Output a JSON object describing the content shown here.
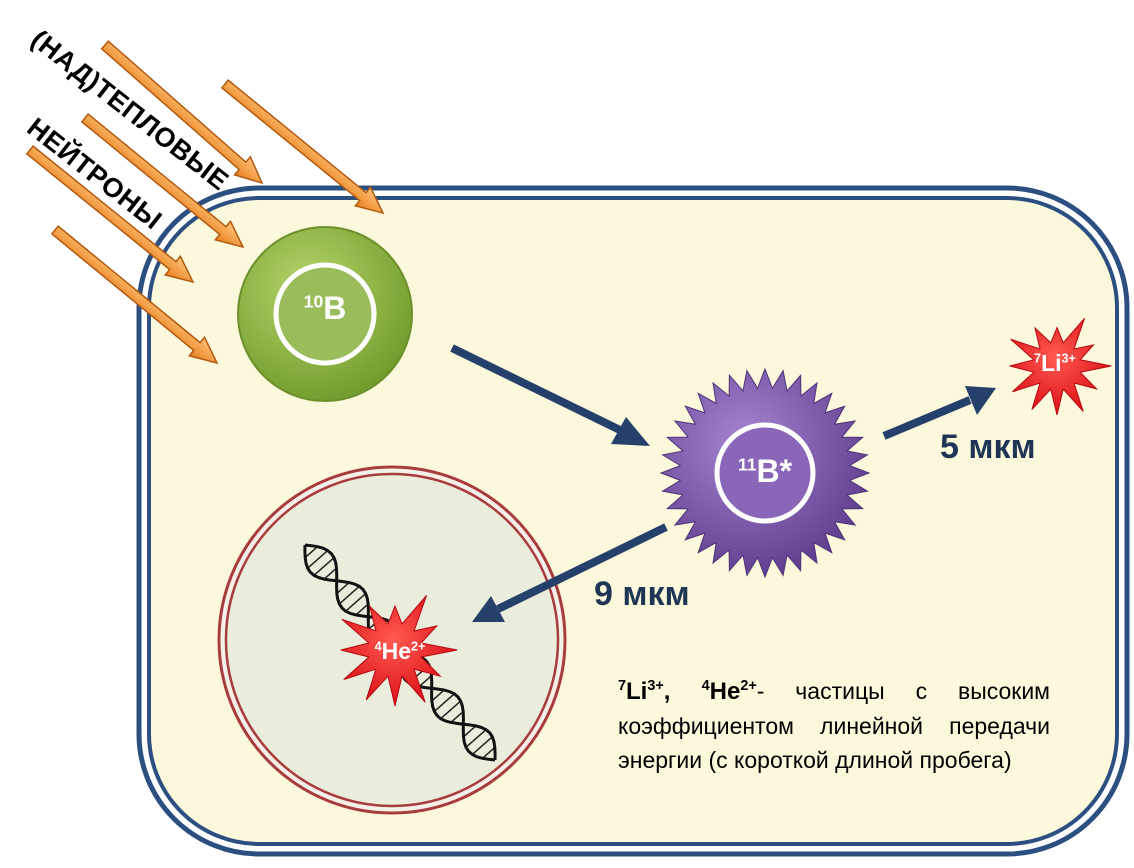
{
  "neutron_label": {
    "line1": "(НАД)ТЕПЛОВЫЕ",
    "line2": "НЕЙТРОНЫ"
  },
  "boron10": {
    "mass": "10",
    "symbol": "B"
  },
  "boron11": {
    "mass": "11",
    "symbol": "B*"
  },
  "lithium": {
    "mass": "7",
    "symbol": "Li",
    "charge": "3+"
  },
  "helium": {
    "mass": "4",
    "symbol": "He",
    "charge": "2+"
  },
  "distances": {
    "lithium": "5 мкм",
    "helium": "9 мкм"
  },
  "description": {
    "li_mass": "7",
    "li_symbol": "Li",
    "li_charge": "3+",
    "sep": ",",
    "he_mass": "4",
    "he_symbol": "He",
    "he_charge": "2+",
    "text": "- частицы с высоким коэффициентом линейной передачи энергии (с короткой длиной пробега)"
  },
  "colors": {
    "cell_fill": "#fbf8dc",
    "cell_border": "#2c4f82",
    "neutron_arrow": "#f59a3c",
    "boron10": "#8fb442",
    "boron11": "#7b58a8",
    "star_red": "#e8121b",
    "nucleus_border": "#a83c3c",
    "nucleus_fill": "#eaecdc",
    "path_arrow": "#24406b"
  }
}
